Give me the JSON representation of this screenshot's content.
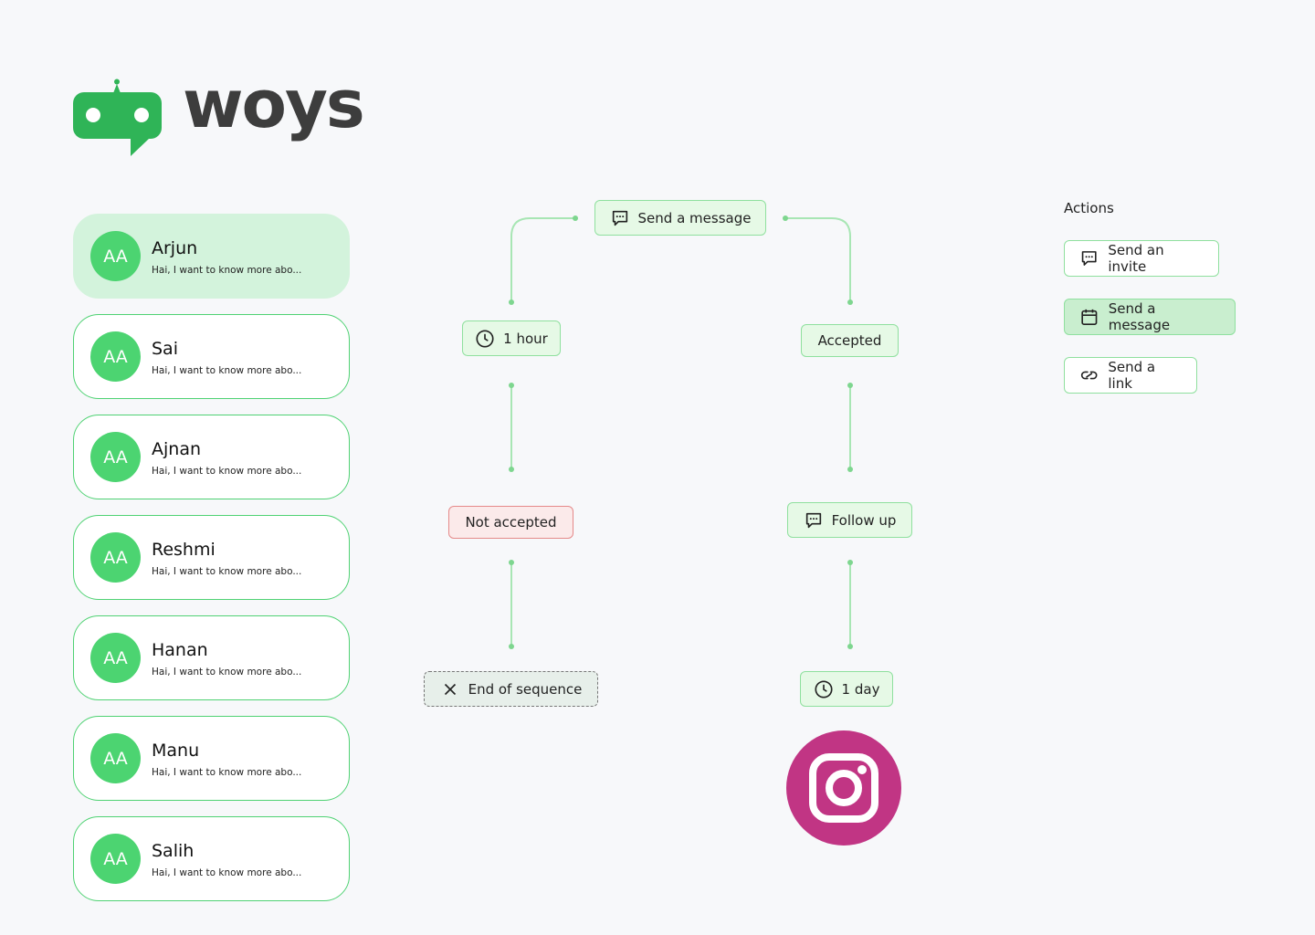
{
  "brand": {
    "name": "woys",
    "accent": "#2fb457"
  },
  "contacts": [
    {
      "initials": "AA",
      "name": "Arjun",
      "preview": "Hai, I want to know more abo...",
      "active": true
    },
    {
      "initials": "AA",
      "name": "Sai",
      "preview": "Hai, I want to know more abo..."
    },
    {
      "initials": "AA",
      "name": "Ajnan",
      "preview": "Hai, I want to know more abo..."
    },
    {
      "initials": "AA",
      "name": "Reshmi",
      "preview": "Hai, I want to know more abo..."
    },
    {
      "initials": "AA",
      "name": "Hanan",
      "preview": "Hai, I want to know more abo..."
    },
    {
      "initials": "AA",
      "name": "Manu",
      "preview": "Hai, I want to know more abo..."
    },
    {
      "initials": "AA",
      "name": "Salih",
      "preview": "Hai, I want to know more abo..."
    }
  ],
  "flow": {
    "start": {
      "label": "Send a message",
      "icon": "chat-icon"
    },
    "wait_left": {
      "label": "1 hour",
      "icon": "clock-icon"
    },
    "accepted": {
      "label": "Accepted"
    },
    "not_accepted": {
      "label": "Not accepted"
    },
    "follow_up": {
      "label": "Follow up",
      "icon": "chat-icon"
    },
    "end": {
      "label": "End of sequence",
      "icon": "close-icon"
    },
    "wait_right": {
      "label": "1 day",
      "icon": "clock-icon"
    },
    "channel": "instagram-icon"
  },
  "actions": {
    "title": "Actions",
    "items": [
      {
        "label": "Send an invite",
        "icon": "chat-icon"
      },
      {
        "label": "Send a message",
        "icon": "calendar-icon",
        "selected": true
      },
      {
        "label": "Send a link",
        "icon": "link-icon"
      }
    ]
  }
}
